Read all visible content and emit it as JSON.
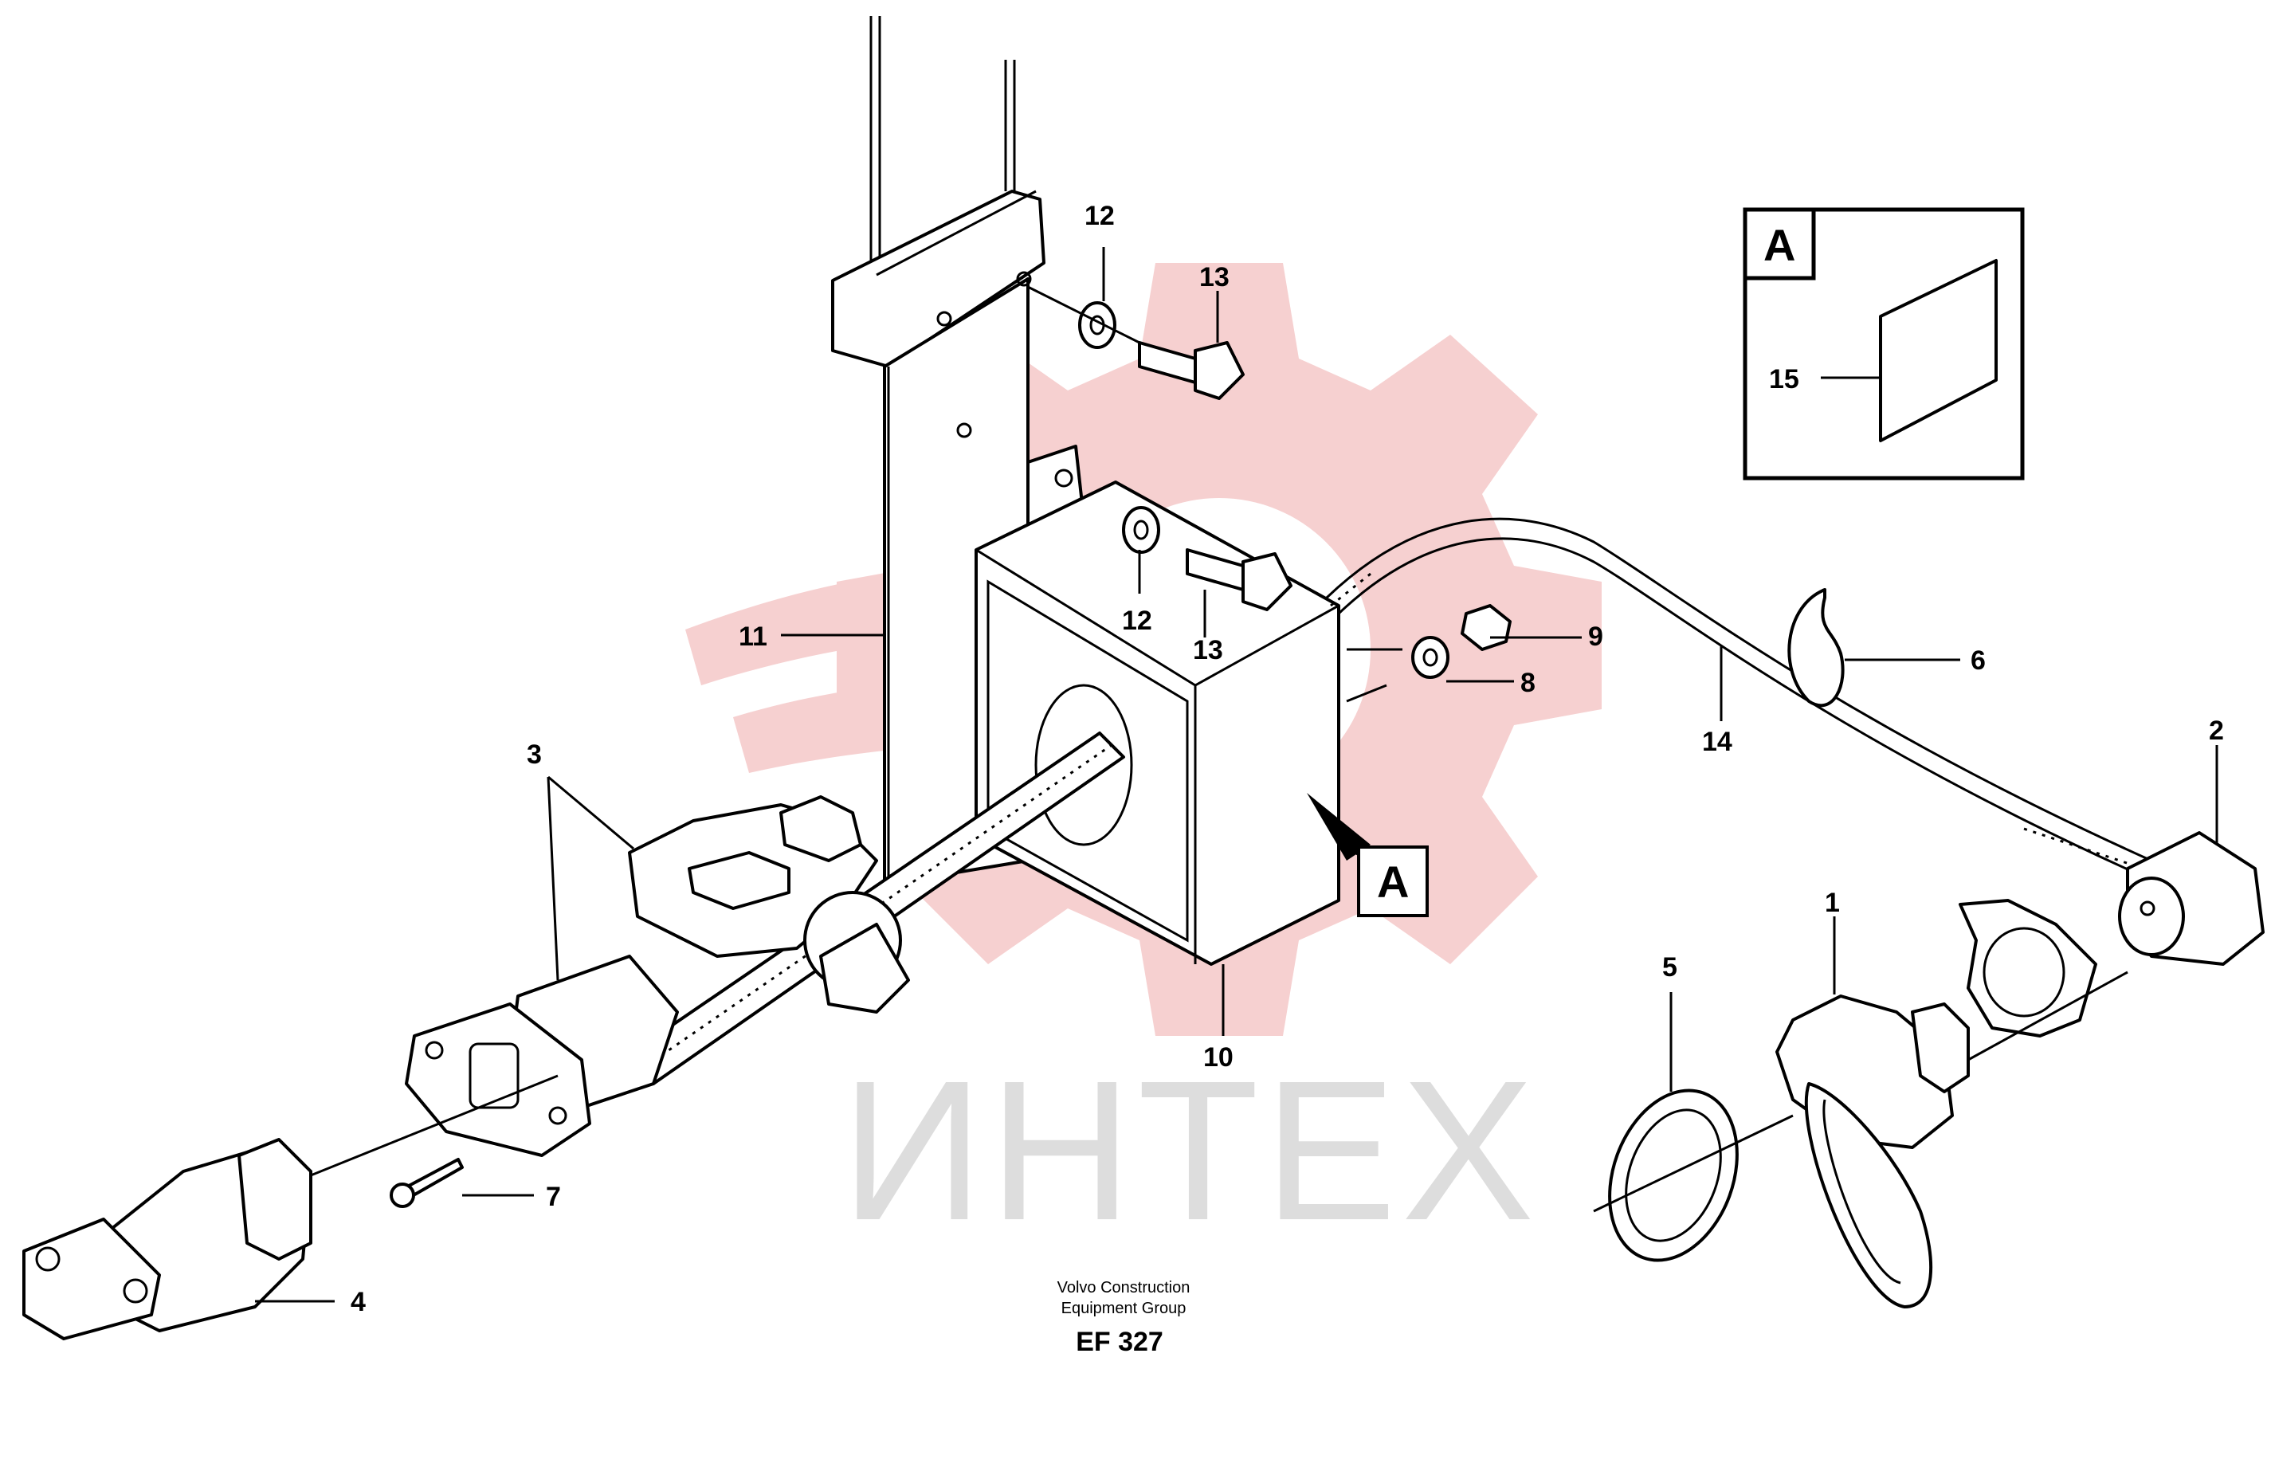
{
  "watermark": {
    "text": "ИНТЕХ",
    "color": "#dddddd",
    "logo_color": "#f6d0d0"
  },
  "detail_box": {
    "title": "A",
    "label": "15"
  },
  "view_callout": "A",
  "part_labels": {
    "p1": "1",
    "p2": "2",
    "p3": "3",
    "p4": "4",
    "p5": "5",
    "p6": "6",
    "p7": "7",
    "p8": "8",
    "p9": "9",
    "p10": "10",
    "p11": "11",
    "p12a": "12",
    "p12b": "12",
    "p13a": "13",
    "p13b": "13",
    "p14": "14"
  },
  "caption": {
    "line1": "Volvo Construction",
    "line2": "Equipment Group",
    "code": "EF 327"
  }
}
